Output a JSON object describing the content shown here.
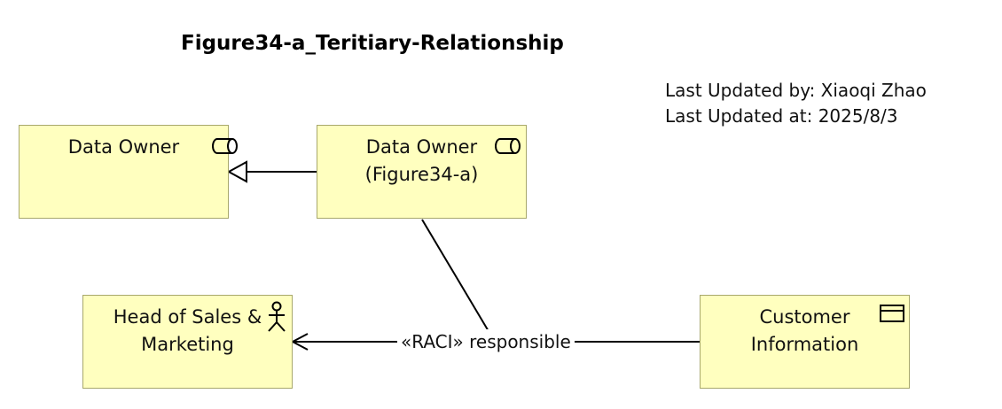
{
  "diagram": {
    "title": "Figure34-a_Teritiary-Relationship",
    "meta": {
      "updated_by": "Last Updated by: Xiaoqi Zhao",
      "updated_at": "Last Updated at: 2025/8/3"
    },
    "nodes": [
      {
        "id": "data-owner",
        "lines": [
          "Data Owner"
        ],
        "icon": "business-role-icon"
      },
      {
        "id": "data-owner-figure34a",
        "lines": [
          "Data Owner",
          "(Figure34-a)"
        ],
        "icon": "business-role-icon"
      },
      {
        "id": "head-of-sales-marketing",
        "lines": [
          "Head of Sales &",
          "Marketing"
        ],
        "icon": "business-actor-icon"
      },
      {
        "id": "customer-information",
        "lines": [
          "Customer",
          "Information"
        ],
        "icon": "business-object-icon"
      }
    ],
    "edges": [
      {
        "type": "specialization",
        "from": "data-owner-figure34a",
        "to": "data-owner",
        "label": ""
      },
      {
        "type": "association",
        "from": "customer-information",
        "to": "head-of-sales-marketing",
        "label": "«RACI» responsible"
      },
      {
        "type": "association",
        "from": "data-owner-figure34a",
        "to": "association-relationship",
        "label": ""
      }
    ]
  }
}
